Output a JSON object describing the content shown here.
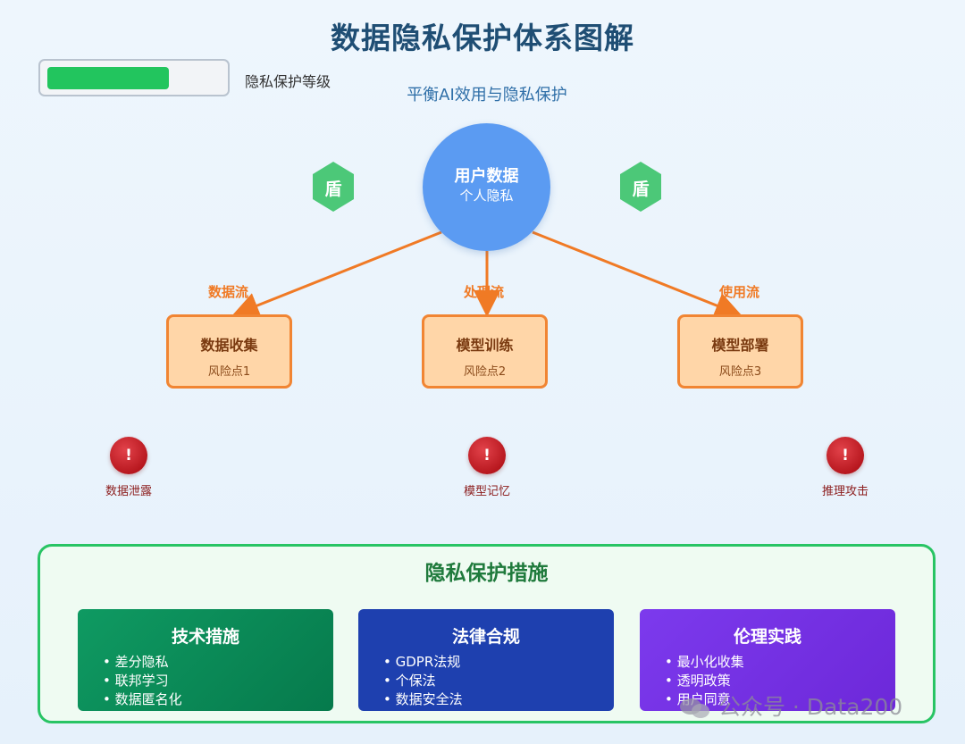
{
  "title": "数据隐私保护体系图解",
  "subtitle": "平衡AI效用与隐私保护",
  "privacy_level": {
    "label": "隐私保护等级",
    "value": 0.7
  },
  "user_data": {
    "title": "用户数据",
    "subtitle": "个人隐私"
  },
  "shield_char": "盾",
  "flows": [
    {
      "label": "数据流"
    },
    {
      "label": "处理流"
    },
    {
      "label": "使用流"
    }
  ],
  "stages": [
    {
      "title": "数据收集",
      "risk": "风险点1"
    },
    {
      "title": "模型训练",
      "risk": "风险点2"
    },
    {
      "title": "模型部署",
      "risk": "风险点3"
    }
  ],
  "risks": [
    {
      "symbol": "!",
      "label": "数据泄露"
    },
    {
      "symbol": "!",
      "label": "模型记忆"
    },
    {
      "symbol": "!",
      "label": "推理攻击"
    }
  ],
  "measures": {
    "title": "隐私保护措施",
    "cards": [
      {
        "title": "技术措施",
        "items": [
          "差分隐私",
          "联邦学习",
          "数据匿名化"
        ]
      },
      {
        "title": "法律合规",
        "items": [
          "GDPR法规",
          "个保法",
          "数据安全法"
        ]
      },
      {
        "title": "伦理实践",
        "items": [
          "最小化收集",
          "透明政策",
          "用户同意"
        ]
      }
    ]
  },
  "watermark": "公众号 · Data200",
  "colors": {
    "flow_arrow": "#f07a25",
    "shield": "#4cc878",
    "risk": "#c81e26",
    "measures_border": "#28c464"
  },
  "icons": [
    "shield-icon",
    "alert-icon",
    "wechat-icon"
  ]
}
